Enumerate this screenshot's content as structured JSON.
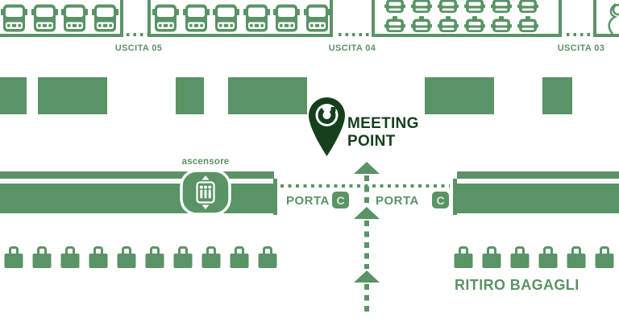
{
  "colors": {
    "green": "#5a9365",
    "dark_green": "#163f1d",
    "badge_letter": "#d7e7d7"
  },
  "top_row": {
    "bus_bay_1": {
      "count": 4
    },
    "bus_bay_2": {
      "count": 6
    },
    "car_bay": {
      "columns": 6
    },
    "exit_labels": [
      {
        "label": "USCITA 05"
      },
      {
        "label": "USCITA 04"
      },
      {
        "label": "USCITA 03"
      }
    ]
  },
  "meeting_point": {
    "line1": "MEETING",
    "line2": "POINT"
  },
  "elevator": {
    "label": "ascensore"
  },
  "doors": {
    "left": {
      "word": "PORTA",
      "badge": "C"
    },
    "right": {
      "word": "PORTA",
      "badge": "C"
    }
  },
  "baggage": {
    "left_count": 10,
    "right_count": 6,
    "label": "RITIRO BAGAGLI"
  }
}
